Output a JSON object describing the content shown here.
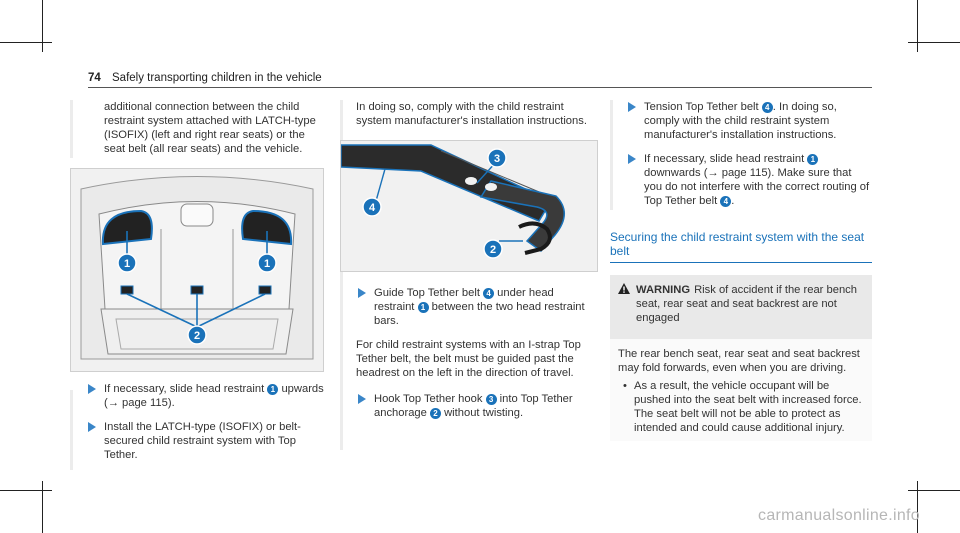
{
  "header": {
    "page_number": "74",
    "title": "Safely transporting children in the vehicle"
  },
  "col1": {
    "intro": "additional connection between the child restraint system attached with LATCH-type (ISOFIX) (left and right rear seats) or the seat belt (all rear seats) and the vehicle.",
    "step1": "If necessary, slide head restraint ",
    "step1_num": "1",
    "step1_end": " upwards (→ page 115).",
    "step2": "Install the LATCH-type (ISOFIX) or belt-secured child restraint system with Top Tether."
  },
  "col2": {
    "intro": "In doing so, comply with the child restraint system manufacturer's installation instructions.",
    "step1_a": "Guide Top Tether belt ",
    "step1_num_a": "4",
    "step1_b": " under head restraint ",
    "step1_num_b": "1",
    "step1_c": " between the two head restraint bars.",
    "para": "For child restraint systems with an I-strap Top Tether belt, the belt must be guided past the headrest on the left in the direction of travel.",
    "step2_a": "Hook Top Tether hook ",
    "step2_num_a": "3",
    "step2_b": " into Top Tether anchorage ",
    "step2_num_b": "2",
    "step2_c": " without twisting."
  },
  "col3": {
    "step1_a": "Tension Top Tether belt ",
    "step1_num_a": "4",
    "step1_b": ". In doing so, comply with the child restraint system manufacturer's installation instructions.",
    "step2_a": "If necessary, slide head restraint ",
    "step2_num_a": "1",
    "step2_b": " downwards (→ page 115). Make sure that you do not interfere with the correct routing of Top Tether belt ",
    "step2_num_b": "4",
    "step2_c": ".",
    "section_title": "Securing the child restraint system with the seat belt",
    "warning_title": "WARNING",
    "warning_head_text": "Risk of accident if the rear bench seat, rear seat and seat backrest are not engaged",
    "warning_body": "The rear bench seat, rear seat and seat backrest may fold forwards, even when you are driving.",
    "warning_bullet": "As a result, the vehicle occupant will be pushed into the seat belt with increased force. The seat belt will not be able to protect as intended and could cause additional injury."
  },
  "figure1": {
    "markers": [
      "1",
      "1",
      "2"
    ]
  },
  "figure2": {
    "markers": [
      "3",
      "4",
      "2"
    ]
  },
  "watermark": "carmanualsonline.info",
  "colors": {
    "accent": "#1a72b9",
    "marker": "#1a72b9"
  }
}
